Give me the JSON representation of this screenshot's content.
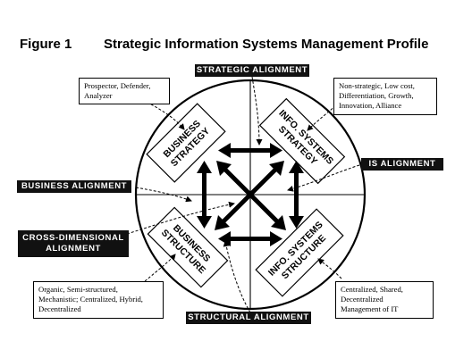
{
  "figure": {
    "label": "Figure 1",
    "title": "Strategic Information Systems Management Profile"
  },
  "alignments": {
    "strategic": "STRATEGIC ALIGNMENT",
    "is": "IS ALIGNMENT",
    "business": "BUSINESS ALIGNMENT",
    "cross_dimensional_line1": "CROSS-DIMENSIONAL",
    "cross_dimensional_line2": "ALIGNMENT",
    "structural": "STRUCTURAL ALIGNMENT"
  },
  "quadrants": {
    "business_strategy": [
      "BUSINESS",
      "STRATEGY"
    ],
    "info_systems_strategy": [
      "INFO. SYSTEMS",
      "STRATEGY"
    ],
    "business_structure": [
      "BUSINESS",
      "STRUCTURE"
    ],
    "info_systems_structure": [
      "INFO. SYSTEMS",
      "STRUCTURE"
    ]
  },
  "notes": {
    "business_strategy": [
      "Prospector, Defender,",
      "Analyzer"
    ],
    "info_systems_strategy": [
      "Non-strategic, Low cost,",
      "Differentiation, Growth,",
      "Innovation, Alliance"
    ],
    "business_structure": [
      "Organic, Semi-structured,",
      "Mechanistic; Centralized, Hybrid,",
      "Decentralized"
    ],
    "info_systems_structure": [
      "Centralized, Shared,",
      "Decentralized",
      "Management of IT"
    ]
  }
}
